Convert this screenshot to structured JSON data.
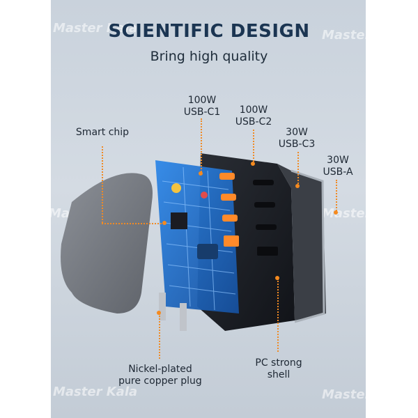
{
  "header": {
    "title": "SCIENTIFIC DESIGN",
    "subtitle": "Bring high quality"
  },
  "callouts": {
    "usb_c1": {
      "power": "100W",
      "port": "USB-C1"
    },
    "usb_c2": {
      "power": "100W",
      "port": "USB-C2"
    },
    "usb_c3": {
      "power": "30W",
      "port": "USB-C3"
    },
    "usb_a": {
      "power": "30W",
      "port": "USB-A"
    },
    "smart_chip": "Smart chip",
    "plug": {
      "line1": "Nickel-plated",
      "line2": "pure copper plug"
    },
    "shell": {
      "line1": "PC strong",
      "line2": "shell"
    }
  },
  "watermark": {
    "brand": "Master Kala"
  },
  "colors": {
    "accent": "#f58a1f",
    "title": "#1b3552",
    "pcb": "#1f6fcf",
    "body": "#1c1f24"
  }
}
